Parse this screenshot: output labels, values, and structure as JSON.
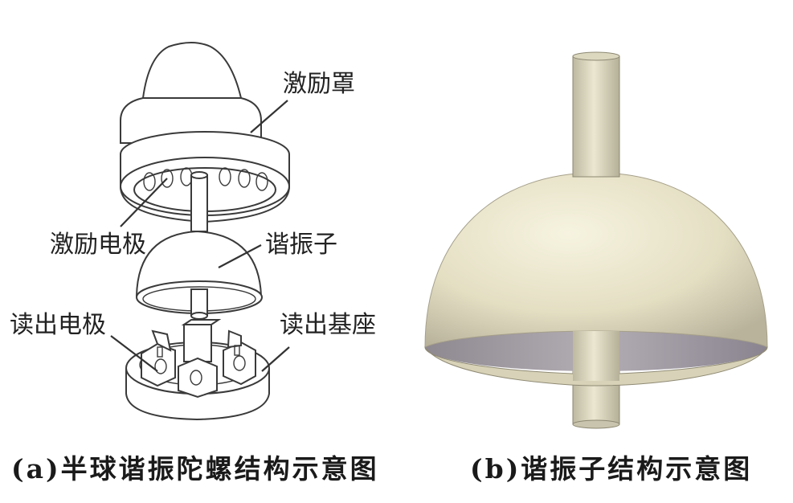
{
  "labels": {
    "excitation_cover": "激励罩",
    "excitation_electrode": "激励电极",
    "resonator": "谐振子",
    "readout_electrode": "读出电极",
    "readout_base": "读出基座"
  },
  "captions": {
    "a": "(a)半球谐振陀螺结构示意图",
    "b": "(b)谐振子结构示意图"
  },
  "colors": {
    "shell": "#e8e4cc",
    "shell_inner": "#9a949c",
    "stem": "#d8d4bc",
    "line": "#333333"
  }
}
